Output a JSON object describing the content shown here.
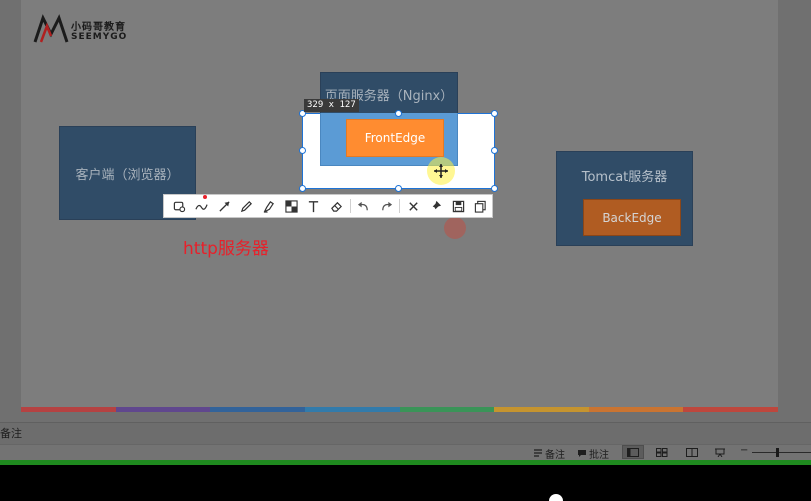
{
  "logo": {
    "cn_text": "小码哥教育",
    "en_text": "SEEMYGO"
  },
  "slide": {
    "client_box": "客户端（浏览器）",
    "nginx_box": "页面服务器（Nginx）",
    "frontedge_box": "FrontEdge",
    "tomcat_box": "Tomcat服务器",
    "backedge_box": "BackEdge",
    "http_label": "http服务器",
    "color_bar": [
      "#cc3333",
      "#5b3a98",
      "#1e5fa8",
      "#1d7fbf",
      "#28a050",
      "#e2a019",
      "#e8761c",
      "#d83a2c"
    ]
  },
  "capture": {
    "size_badge": "329 x 127"
  },
  "toolbar": {
    "tools": [
      "shape-tool-icon",
      "freehand-line-icon",
      "arrow-icon",
      "pencil-icon",
      "highlighter-icon",
      "mosaic-icon",
      "text-tool-icon",
      "eraser-icon",
      "undo-icon",
      "redo-icon",
      "cancel-icon",
      "pin-icon",
      "save-icon",
      "copy-icon"
    ]
  },
  "notes": {
    "label": "备注"
  },
  "statusbar": {
    "notes_button": "备注",
    "comments_button": "批注",
    "zoom_minus": "−"
  },
  "colors": {
    "selection_border": "#1e73d6",
    "frontedge": "#ff8c30",
    "backedge": "#b05c22",
    "box_blue": "#304c67",
    "http_red": "#e8202a"
  }
}
